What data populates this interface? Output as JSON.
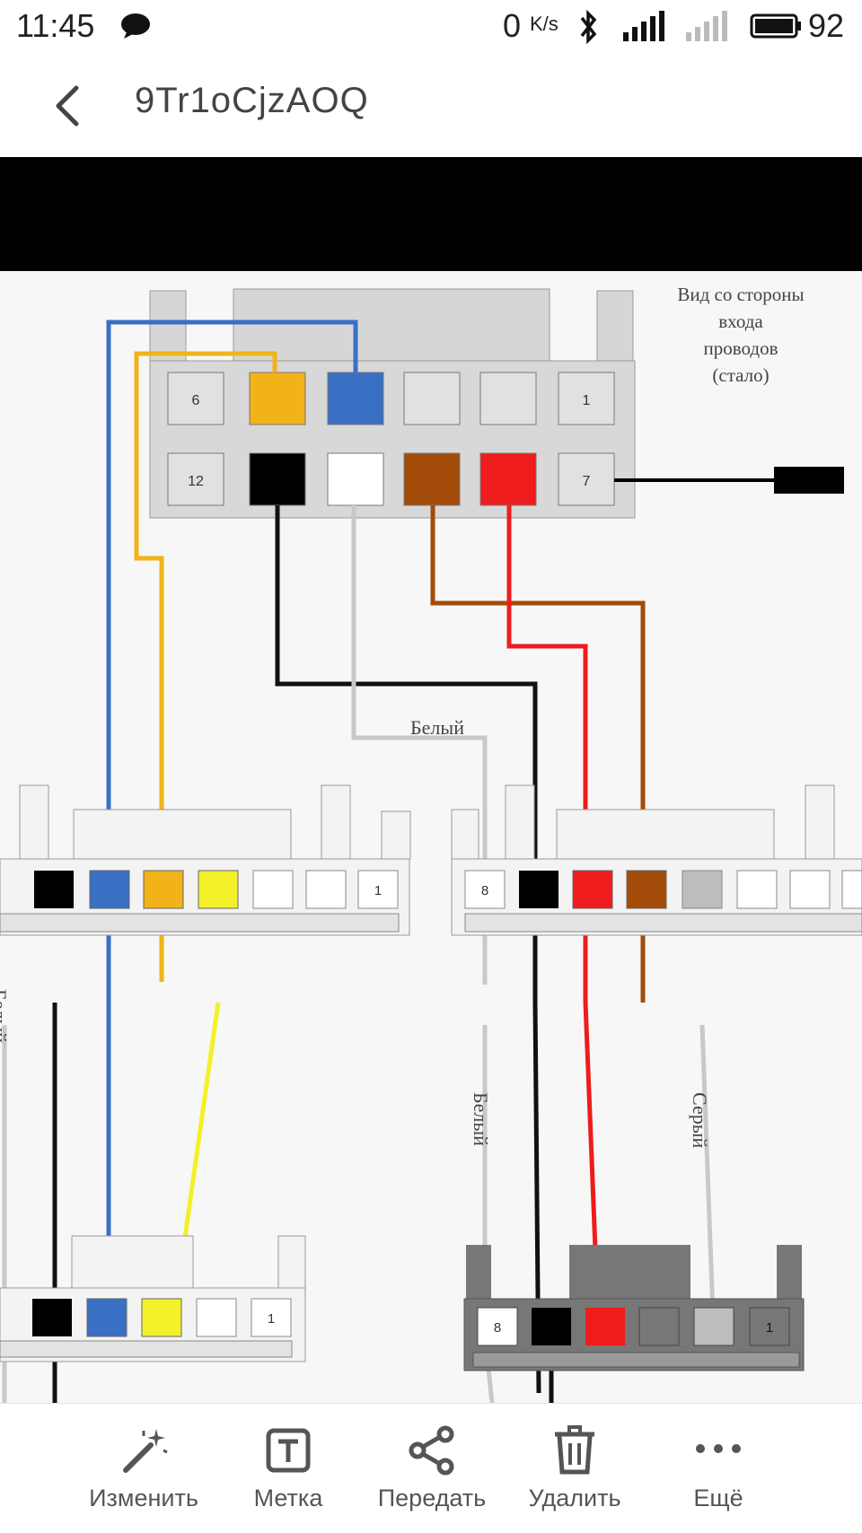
{
  "status": {
    "time": "11:45",
    "net_speed": "0",
    "net_unit": "K/s",
    "battery": "92"
  },
  "header": {
    "back_icon": "arrow-back-icon",
    "title": "9Tr1oCjzAOQ"
  },
  "diagram": {
    "side_note": [
      "Вид со стороны",
      "входа",
      "проводов",
      "(стало)"
    ],
    "top_connector_pins_row1": [
      "6",
      "",
      "",
      "",
      "",
      "1"
    ],
    "top_connector_pins_row2": [
      "12",
      "",
      "",
      "",
      "",
      "7"
    ],
    "label_white_mid": "Белый",
    "label_white_left": "Белый",
    "label_white_right": "Белый",
    "label_grey": "Серый",
    "pin_label_8a": "8",
    "pin_label_8b": "8",
    "pin_label_1a": "1",
    "pin_label_1b": "1",
    "pin_label_1c": "1",
    "colors": {
      "blue": "#3a70c4",
      "orange": "#f2b21a",
      "yellow": "#f4f02a",
      "black": "#000000",
      "brown": "#a34b08",
      "red": "#ee1c1c",
      "grey": "#bdbdbd"
    }
  },
  "actions": [
    {
      "label": "Изменить",
      "icon": "magic-wand-icon"
    },
    {
      "label": "Метка",
      "icon": "text-label-icon"
    },
    {
      "label": "Передать",
      "icon": "share-icon"
    },
    {
      "label": "Удалить",
      "icon": "trash-icon"
    },
    {
      "label": "Ещё",
      "icon": "more-dots-icon"
    }
  ]
}
